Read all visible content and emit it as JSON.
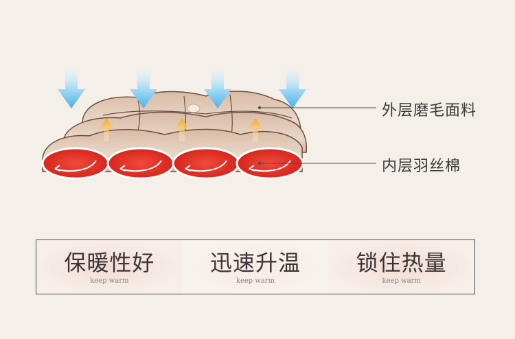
{
  "callouts": {
    "outer": "外层磨毛面料",
    "inner": "内层羽丝棉"
  },
  "features": [
    {
      "title": "保暖性好",
      "subtitle": "keep warm"
    },
    {
      "title": "迅速升温",
      "subtitle": "keep warm"
    },
    {
      "title": "锁住热量",
      "subtitle": "keep warm"
    }
  ],
  "colors": {
    "background": "#f4efe8",
    "fabric": "#d8b79f",
    "filling": "#e8322a",
    "cold_arrow": "#9fd6f4",
    "heat_arrow": "#f6b94a"
  }
}
